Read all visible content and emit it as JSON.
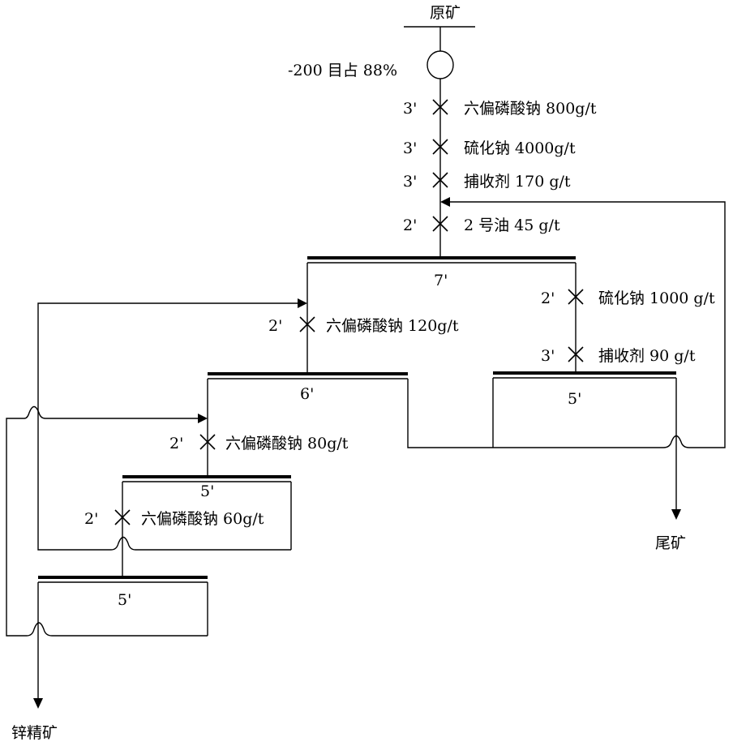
{
  "feed": {
    "label": "原矿"
  },
  "grinding": {
    "label": "-200 目占 88%"
  },
  "rougher_reagents": [
    {
      "time": "3'",
      "label": "六偏磷酸钠  800g/t"
    },
    {
      "time": "3'",
      "label": "硫化钠  4000g/t"
    },
    {
      "time": "3'",
      "label": "捕收剂  170 g/t"
    },
    {
      "time": "2'",
      "label": "2 号油  45 g/t"
    }
  ],
  "rougher": {
    "time": "7'"
  },
  "scavenger_reagents": [
    {
      "time": "2'",
      "label": "硫化钠 1000 g/t"
    },
    {
      "time": "3'",
      "label": "捕收剂  90 g/t"
    }
  ],
  "scavenger": {
    "time": "5'"
  },
  "cleaner1_reagent": {
    "time": "2'",
    "label": "六偏磷酸钠 120g/t"
  },
  "cleaner1": {
    "time": "6'"
  },
  "cleaner2_reagent": {
    "time": "2'",
    "label": "六偏磷酸钠 80g/t"
  },
  "cleaner2": {
    "time": "5'"
  },
  "cleaner3_reagent": {
    "time": "2'",
    "label": "六偏磷酸钠 60g/t"
  },
  "cleaner3": {
    "time": "5'"
  },
  "outputs": {
    "tailings": "尾矿",
    "concentrate": "锌精矿"
  }
}
